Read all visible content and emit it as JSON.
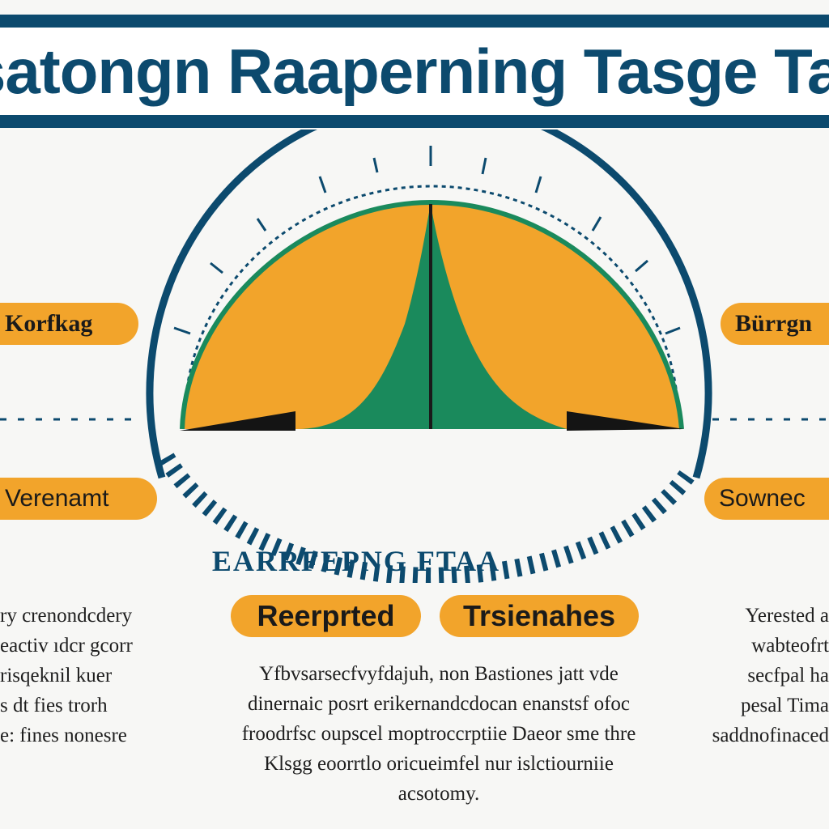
{
  "header": {
    "title": "Wsatongn Raaperning Tasge Tann"
  },
  "gauge": {
    "arc_text": "EARRFEPNG FTAA"
  },
  "labels": {
    "top_left": "Korfkag",
    "top_right": "Bürrgn",
    "mid_left": "Verenamt",
    "mid_right": "Sownec",
    "bottom_center_left": "Reerprted",
    "bottom_center_right": "Trsienahes"
  },
  "text_blocks": {
    "left": [
      "ry crenondcdery",
      "eactiv ıdcr gcorr",
      "risqeknil kuer",
      "s  dt  fies trorh",
      "e: fines nonesre"
    ],
    "center": [
      "Yfbvsarsecfvyfdajuh, non Bastiones jatt vde",
      "dinernaic posrt erikernandcdocan enanstsf ofoc",
      "froodrfsc oupscel moptroccrptiie Daeor sme thre",
      "Klsgg eoorrtlo oricueimfel nur islctiourniie",
      "acsotomy."
    ],
    "right": [
      "Yerested a",
      "wabteofrt",
      "secfpal ha",
      "pesal Tima",
      "saddnofinaced"
    ]
  },
  "colors": {
    "navy": "#0c4a6e",
    "orange": "#f2a42b",
    "green": "#1a8a5c",
    "black": "#141414"
  }
}
